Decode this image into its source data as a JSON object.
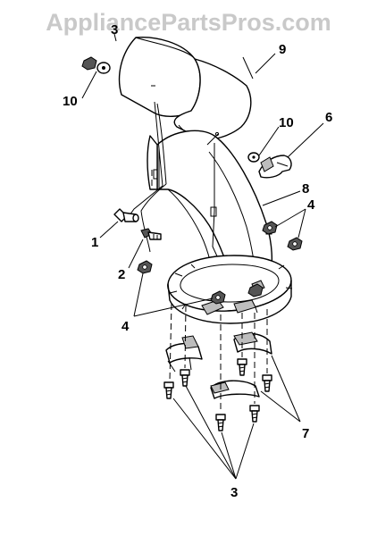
{
  "watermark": "AppliancePartsPros.com",
  "callouts": {
    "c1": "1",
    "c2": "2",
    "c3_top": "3",
    "c3_bottom": "3",
    "c4_right": "4",
    "c4_left": "4",
    "c6": "6",
    "c7": "7",
    "c8": "8",
    "c9": "9",
    "c10_left": "10",
    "c10_right": "10"
  },
  "colors": {
    "line": "#000000",
    "watermark": "#c9c9c9",
    "background": "#ffffff"
  }
}
